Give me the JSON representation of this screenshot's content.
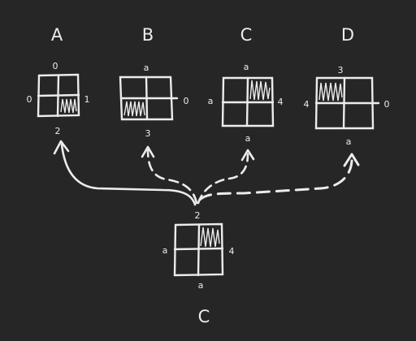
{
  "diagram": {
    "colors": {
      "background": "#262626",
      "chalk": "#ececec"
    },
    "candidates": [
      {
        "label": "A",
        "numbers": {
          "top": "0",
          "left": "0",
          "right": "1",
          "bottom": "2"
        },
        "hatched_quadrant": "bottom-right",
        "arrow": "solid"
      },
      {
        "label": "B",
        "numbers": {
          "top": "a",
          "left": "",
          "right": "0",
          "bottom": "3"
        },
        "hatched_quadrant": "bottom-left",
        "arrow": "dashed"
      },
      {
        "label": "C",
        "numbers": {
          "top": "a",
          "left": "a",
          "right": "4",
          "bottom": "a"
        },
        "hatched_quadrant": "top-right",
        "arrow": "dashed"
      },
      {
        "label": "D",
        "numbers": {
          "top": "3",
          "left": "4",
          "right": "0",
          "bottom": "a"
        },
        "hatched_quadrant": "top-left",
        "arrow": "dashed"
      }
    ],
    "source": {
      "label": "C",
      "numbers": {
        "top": "2",
        "left": "a",
        "right": "4",
        "bottom": "a"
      },
      "hatched_quadrant": "top-right"
    }
  }
}
